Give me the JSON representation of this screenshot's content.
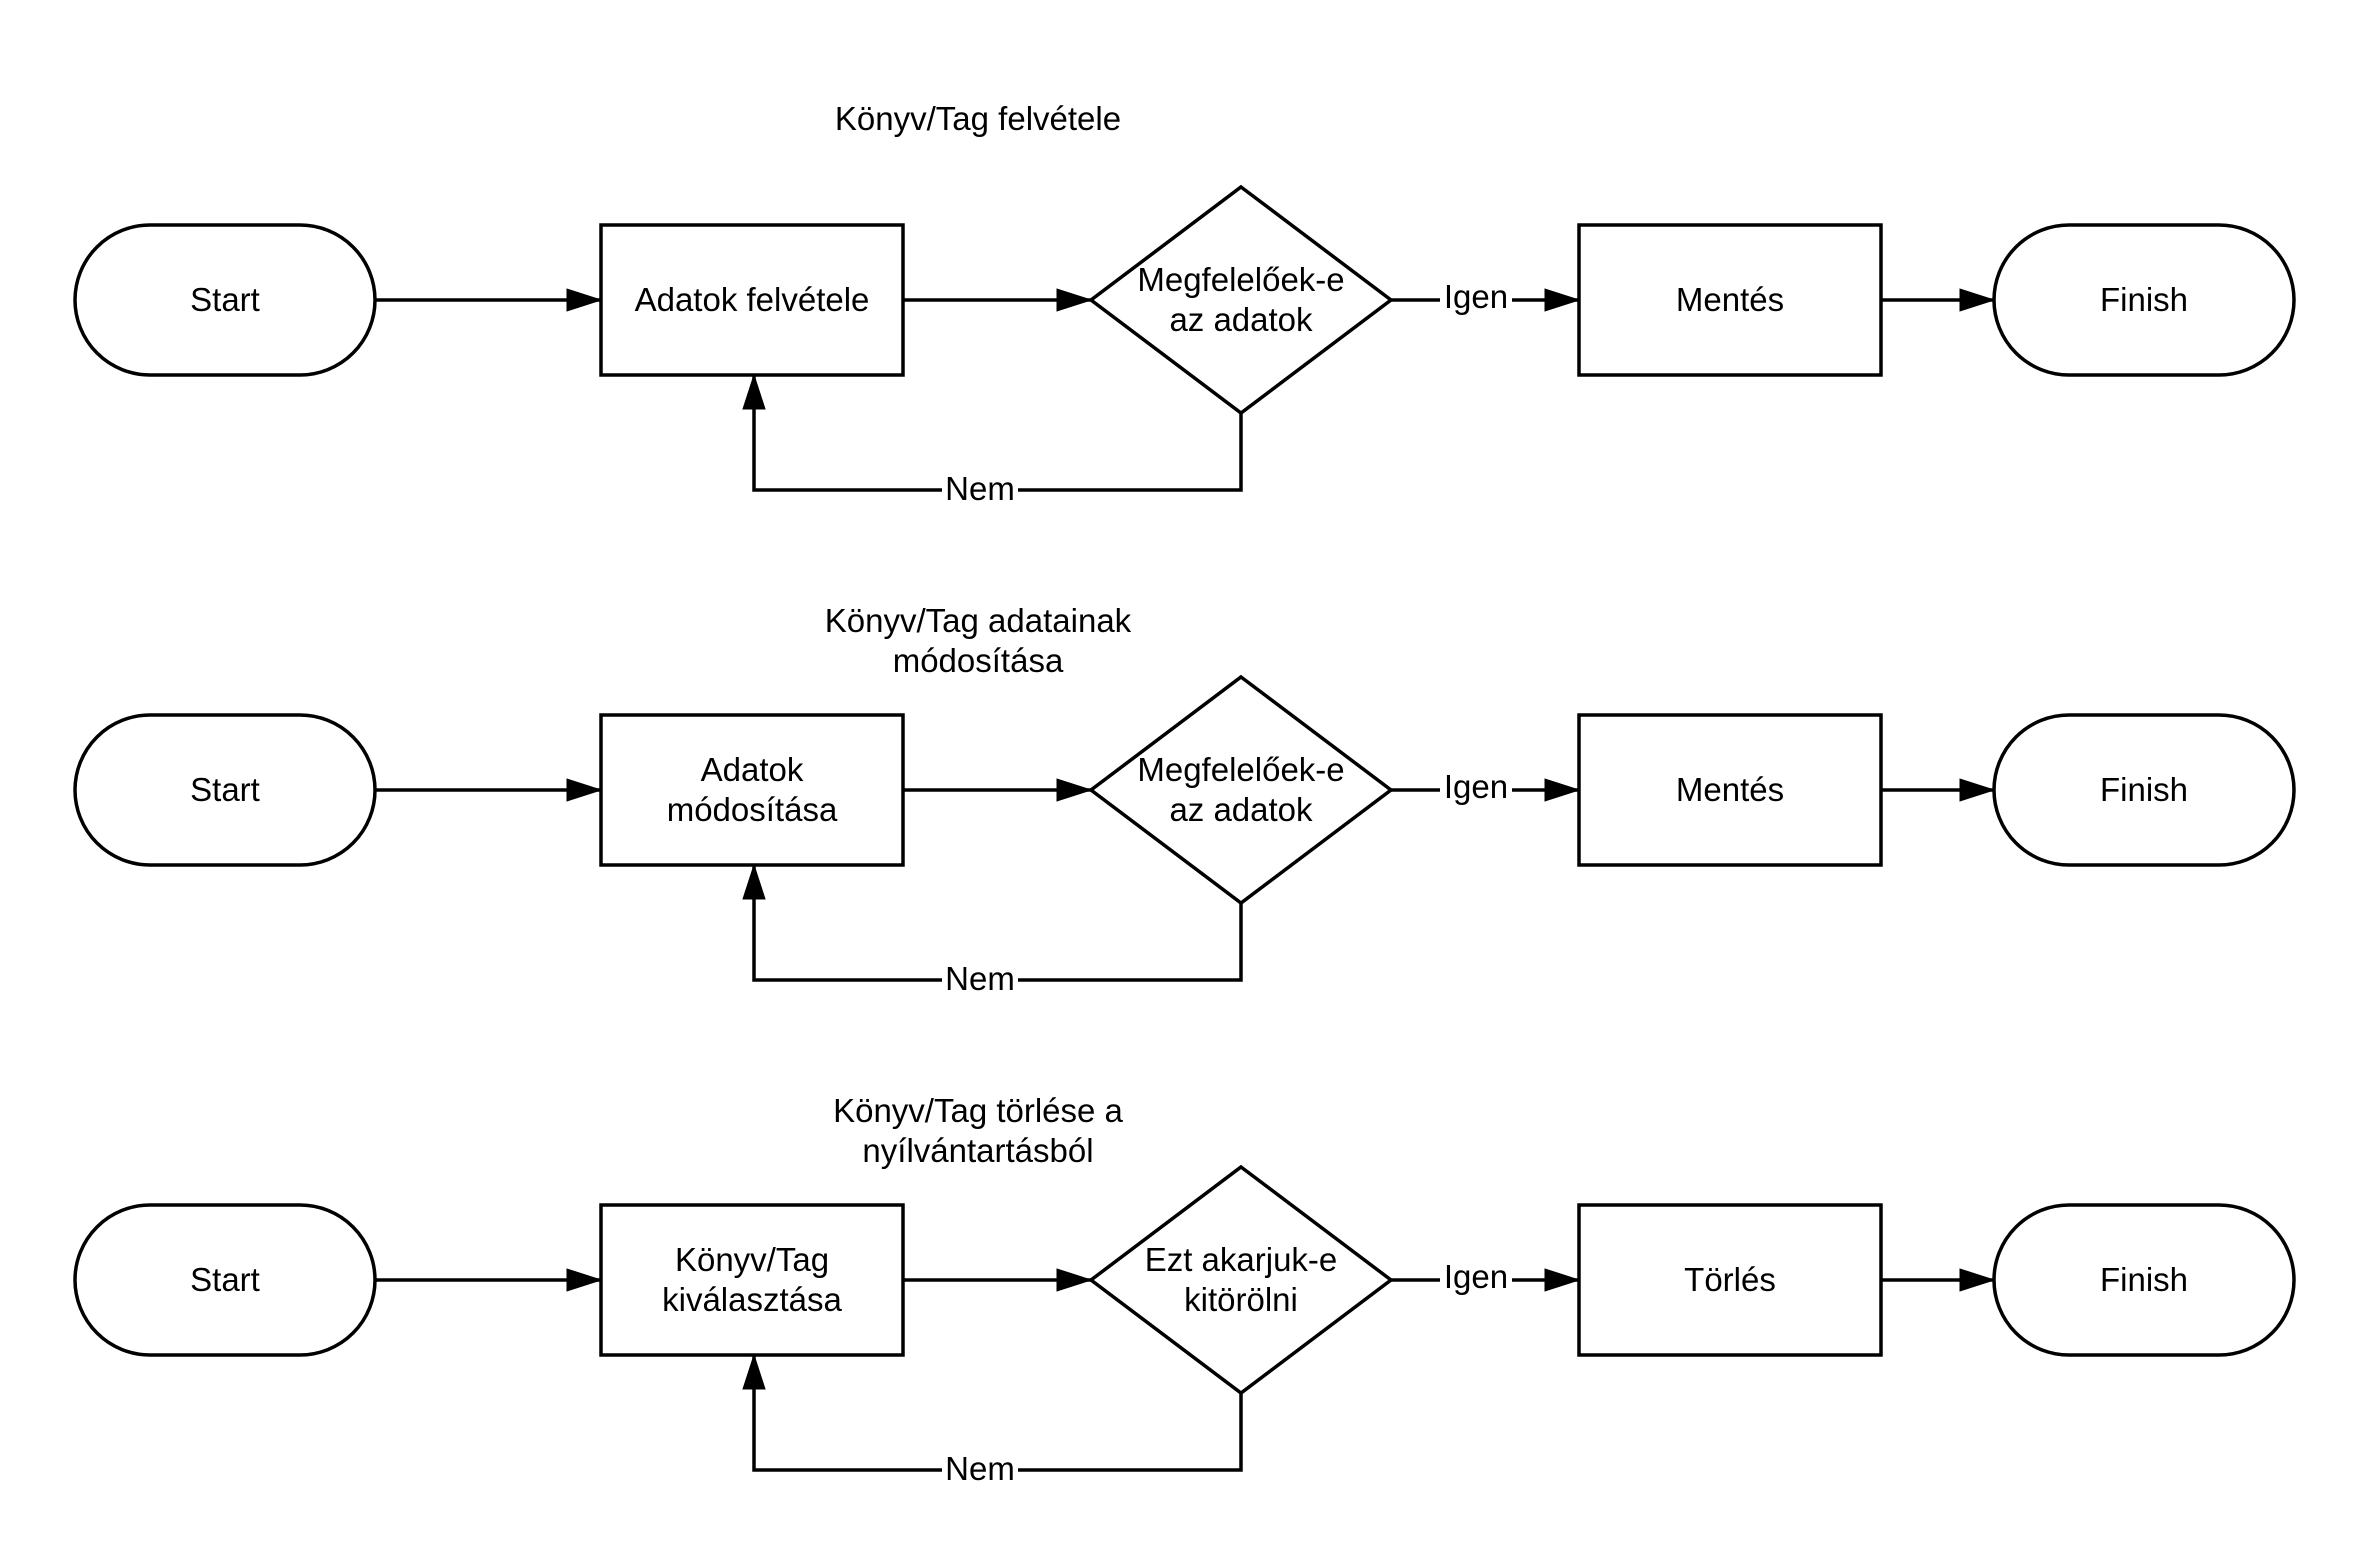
{
  "flows": [
    {
      "title": [
        "Könyv/Tag felvétele"
      ],
      "start": "Start",
      "step": [
        "Adatok felvétele"
      ],
      "decision": [
        "Megfelelőek-e",
        "az adatok"
      ],
      "yes": "Igen",
      "no": "Nem",
      "action": [
        "Mentés"
      ],
      "finish": "Finish"
    },
    {
      "title": [
        "Könyv/Tag adatainak",
        "módosítása"
      ],
      "start": "Start",
      "step": [
        "Adatok",
        "módosítása"
      ],
      "decision": [
        "Megfelelőek-e",
        "az adatok"
      ],
      "yes": "Igen",
      "no": "Nem",
      "action": [
        "Mentés"
      ],
      "finish": "Finish"
    },
    {
      "title": [
        "Könyv/Tag törlése a",
        "nyílvántartásból"
      ],
      "start": "Start",
      "step": [
        "Könyv/Tag",
        "kiválasztása"
      ],
      "decision": [
        "Ezt akarjuk-e",
        "kitörölni"
      ],
      "yes": "Igen",
      "no": "Nem",
      "action": [
        "Törlés"
      ],
      "finish": "Finish"
    }
  ]
}
